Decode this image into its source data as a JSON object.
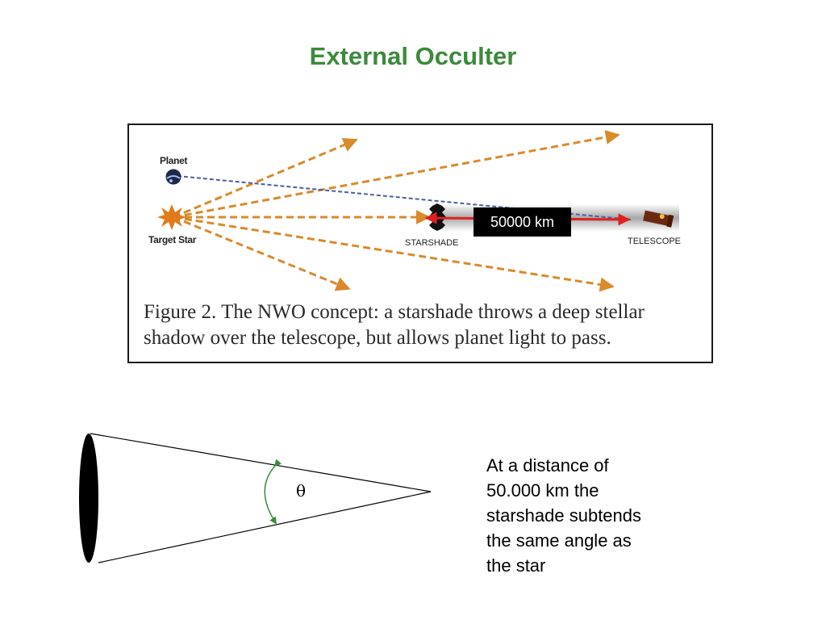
{
  "slide": {
    "title": "External Occulter"
  },
  "figure": {
    "labels": {
      "planet": "Planet",
      "target_star": "Target Star",
      "starshade": "STARSHADE",
      "telescope": "TELESCOPE"
    },
    "distance_badge": "50000 km",
    "caption": "Figure 2. The NWO concept: a starshade throws a deep stellar shadow over the telescope, but allows planet light to pass.",
    "colors": {
      "light_rays": "#d98a2b",
      "planet_line": "#4a5fa0",
      "distance_arrow": "#e02020",
      "star": "#e07a1a"
    }
  },
  "angle_diagram": {
    "symbol": "θ",
    "arc_color": "#3a8a3a"
  },
  "explanation": {
    "text": "At a distance of\n50.000 km the\nstarshade subtends\nthe same angle as\nthe star"
  }
}
